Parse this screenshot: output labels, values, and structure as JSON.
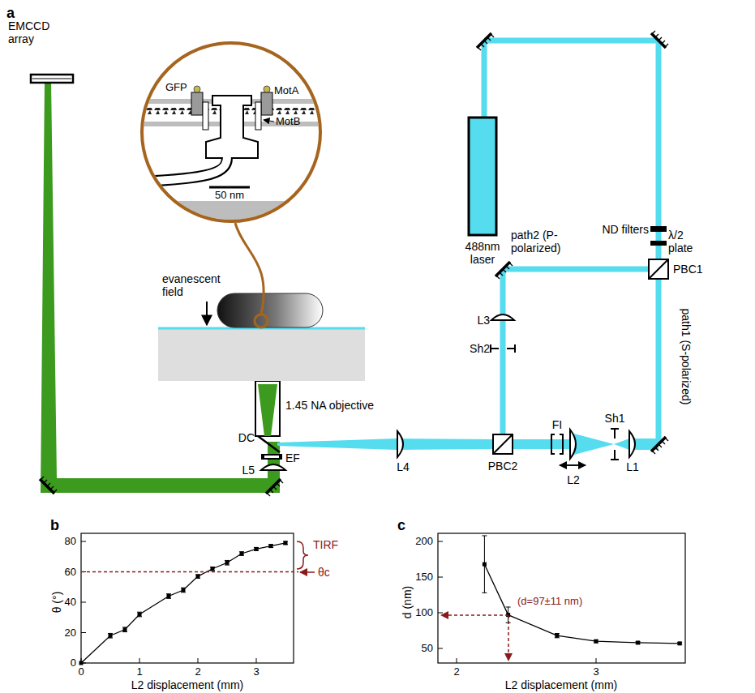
{
  "diagram": {
    "nodes": [
      {
        "text": [
          "GFP",
          "MotA",
          "MotB",
          "50 nm"
        ]
      }
    ],
    "labels": [
      "a",
      "EMCCD array",
      "488nm laser",
      "ND filters",
      "λ/2 plate",
      "path2 (P-polarized)",
      "PBC1",
      "path1 (S-polarized)",
      "L3",
      "Sh2",
      "evanescent field",
      "1.45 NA objective",
      "DC",
      "EF",
      "L5",
      "L4",
      "PBC2",
      "FI",
      "L2",
      "Sh1",
      "L1",
      "b",
      "0",
      "20",
      "40",
      "60",
      "80",
      "θ (°)",
      "0",
      "1",
      "2",
      "3",
      "L2 displacement (mm)",
      "TIRF",
      "θc",
      "c",
      "50",
      "100",
      "150",
      "200",
      "d (nm)",
      "2",
      "3",
      "L2 displacement (mm)",
      "(d=97±11 nm)"
    ]
  }
}
